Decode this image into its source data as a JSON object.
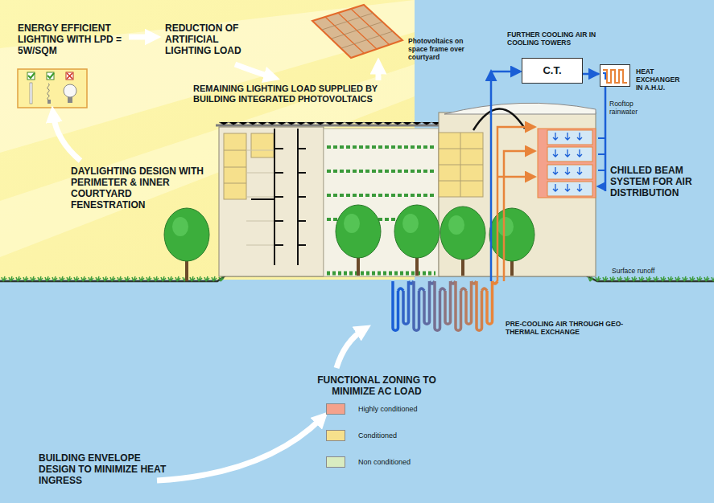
{
  "diagram": {
    "nodes": [
      {
        "text": [
          "C.T."
        ]
      },
      {
        "text": [
          "HEAT EXCHANGER IN A.H.U."
        ]
      }
    ],
    "edges": [
      {
        "from": 0,
        "to": 1,
        "arrow": "to"
      }
    ],
    "labels": [
      "ENERGY EFFICIENT LIGHTING WITH LPD = 5W/SQM",
      "REDUCTION OF ARTIFICIAL LIGHTING LOAD",
      "Photovoltaics on space frame over courtyard",
      "REMAINING LIGHTING LOAD SUPPLIED BY BUILDING INTEGRATED PHOTOVOLTAICS",
      "DAYLIGHTING DESIGN WITH PERIMETER & INNER COURTYARD FENESTRATION",
      "FURTHER COOLING AIR IN COOLING TOWERS",
      "Rooftop rainwater",
      "CHILLED BEAM SYSTEM FOR AIR DISTRIBUTION",
      "Surface runoff",
      "PRE-COOLING AIR THROUGH GEO-THERMAL EXCHANGE",
      "FUNCTIONAL ZONING TO MINIMIZE AC LOAD",
      "BUILDING ENVELOPE DESIGN TO MINIMIZE HEAT INGRESS"
    ],
    "legend": [
      {
        "text": "Highly conditioned",
        "color": "#f4a28c"
      },
      {
        "text": "Conditioned",
        "color": "#f6e08c"
      },
      {
        "text": "Non conditioned",
        "color": "#d9ecc1"
      }
    ]
  }
}
